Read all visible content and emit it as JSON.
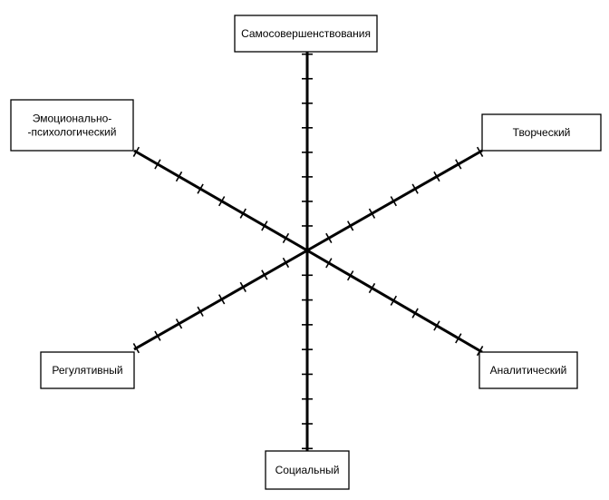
{
  "diagram": {
    "axes": [
      {
        "id": "top",
        "label": [
          "Самосовершенствования"
        ]
      },
      {
        "id": "top-right",
        "label": [
          "Творческий"
        ]
      },
      {
        "id": "bottom-right",
        "label": [
          "Аналитический"
        ]
      },
      {
        "id": "bottom",
        "label": [
          "Социальный"
        ]
      },
      {
        "id": "bottom-left",
        "label": [
          "Регулятивный"
        ]
      },
      {
        "id": "top-left",
        "label": [
          "Эмоционально-",
          "-психологический"
        ]
      }
    ],
    "ticks_per_axis": 8,
    "colors": {
      "line": "#000000",
      "box_border": "#000000",
      "background": "#ffffff"
    }
  }
}
